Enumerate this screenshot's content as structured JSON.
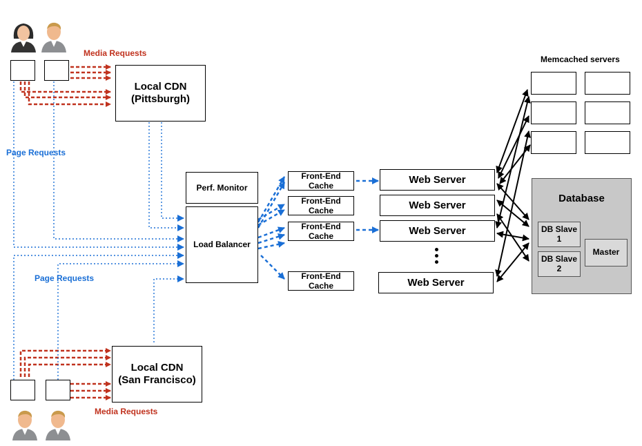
{
  "labels": {
    "media_requests_top": "Media Requests",
    "media_requests_bottom": "Media Requests",
    "page_requests_top": "Page Requests",
    "page_requests_bottom": "Page Requests",
    "memcached_title": "Memcached servers"
  },
  "cdn_pittsburgh": {
    "line1": "Local CDN",
    "line2": "(Pittsburgh)"
  },
  "cdn_sanfrancisco": {
    "line1": "Local CDN",
    "line2": "(San Francisco)"
  },
  "perf_monitor": "Perf. Monitor",
  "load_balancer": "Load Balancer",
  "front_end_caches": [
    "Front-End Cache",
    "Front-End Cache",
    "Front-End Cache",
    "Front-End Cache"
  ],
  "web_servers": [
    "Web Server",
    "Web Server",
    "Web Server",
    "Web Server"
  ],
  "database": {
    "title": "Database",
    "slave1": {
      "line1": "DB Slave",
      "line2": "1"
    },
    "slave2": {
      "line1": "DB Slave",
      "line2": "2"
    },
    "master": "Master"
  },
  "colors": {
    "media": "#c0321e",
    "page": "#1a6fd6",
    "db_fill": "#c8c8c8"
  },
  "icons": [
    "user-female-icon",
    "user-male-icon",
    "user-male-icon",
    "user-male-icon"
  ]
}
